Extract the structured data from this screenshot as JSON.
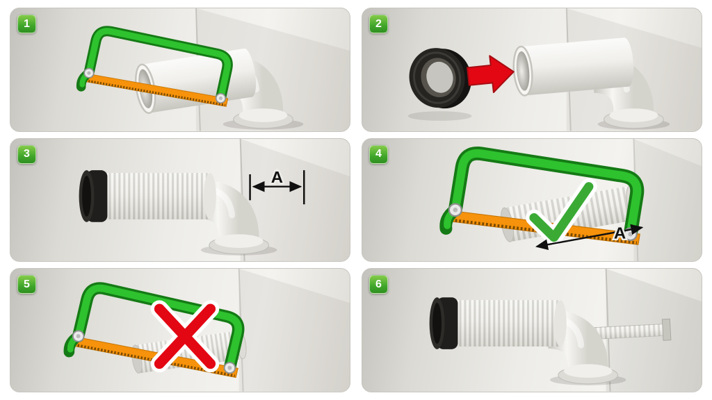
{
  "page": {
    "title": "pipe-connector-cutting-instructions",
    "panel_count": 6,
    "background": "#ffffff"
  },
  "colors": {
    "badge_green": "#40a62b",
    "saw_frame_green": "#2ec22e",
    "saw_blade_orange": "#f6920b",
    "check_green": "#3aaa35",
    "cross_red": "#e30613",
    "arrow_red": "#e30613",
    "seal_black": "#211f1d",
    "pipe_white": "#f2f1ed",
    "wall_gray": "#d9d8d2"
  },
  "panels": [
    {
      "number": "1",
      "icons": [
        "hacksaw-icon",
        "smooth-pipe",
        "pipe-elbow"
      ]
    },
    {
      "number": "2",
      "icons": [
        "rubber-seal-ring",
        "red-arrow-icon",
        "smooth-pipe",
        "pipe-elbow"
      ]
    },
    {
      "number": "3",
      "icons": [
        "rubber-seal-cap",
        "corrugated-pipe",
        "pipe-elbow",
        "dimension-arrow"
      ],
      "dimension_label": "A"
    },
    {
      "number": "4",
      "icons": [
        "hacksaw-icon",
        "cut-pipe-piece",
        "check-icon",
        "dimension-arrow"
      ],
      "dimension_label": "A"
    },
    {
      "number": "5",
      "icons": [
        "hacksaw-icon",
        "cut-pipe-piece",
        "cross-icon"
      ]
    },
    {
      "number": "6",
      "icons": [
        "rubber-seal-cap",
        "corrugated-pipe",
        "pipe-elbow",
        "wall-pipe-stub"
      ]
    }
  ]
}
